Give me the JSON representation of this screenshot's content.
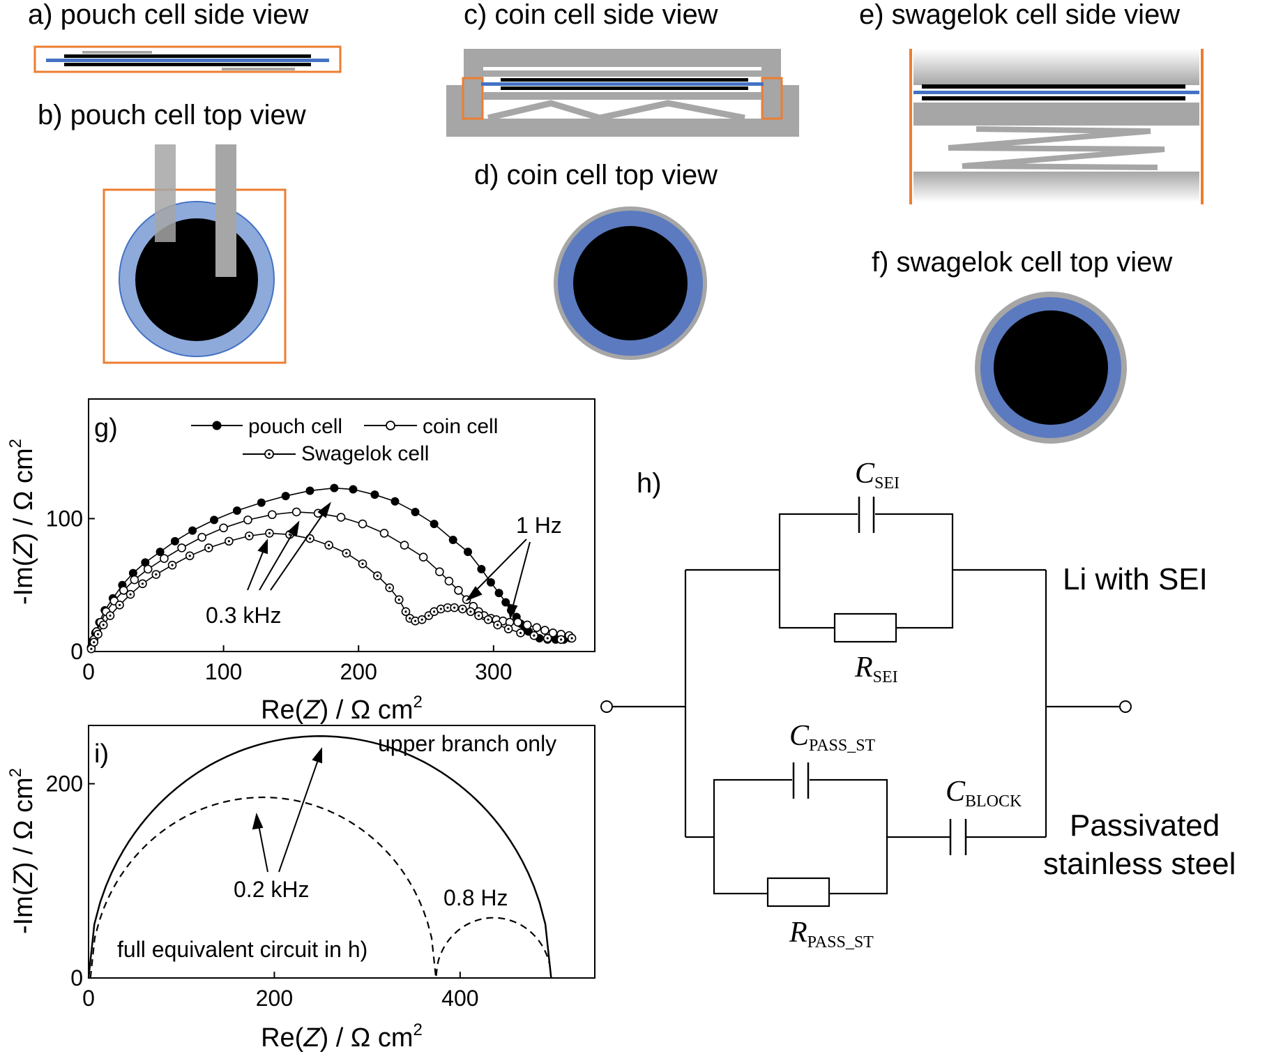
{
  "panels": {
    "a": "a) pouch cell side view",
    "b": "b) pouch cell top view",
    "c": "c) coin cell side view",
    "d": "d) coin cell top view",
    "e": "e) swagelok cell side view",
    "f": "f) swagelok cell top view",
    "g": "g)",
    "h": "h)",
    "i": "i)"
  },
  "colors": {
    "casing": "#ed7d31",
    "separator": "#4472c4",
    "separator_light": "#8eaadb",
    "separator_dark": "#5b7ac0",
    "metal": "#a6a6a6",
    "electrode": "#000000"
  },
  "circuit": {
    "c_sei": {
      "main": "C",
      "sub": "SEI"
    },
    "r_sei": {
      "main": "R",
      "sub": "SEI"
    },
    "c_pass": {
      "main": "C",
      "sub": "PASS_ST"
    },
    "r_pass": {
      "main": "R",
      "sub": "PASS_ST"
    },
    "c_block": {
      "main": "C",
      "sub": "BLOCK"
    },
    "li_label": "Li with SEI",
    "steel_label_1": "Passivated",
    "steel_label_2": "stainless steel"
  },
  "chart_data": [
    {
      "type": "scatter",
      "panel": "g)",
      "xlabel": {
        "pre": "Re(",
        "var": "Z",
        "post": ") / Ω cm",
        "sup": "2"
      },
      "ylabel": {
        "pre": "-Im(",
        "var": "Z",
        "post": ") / Ω cm",
        "sup": "2"
      },
      "xlim": [
        0,
        375
      ],
      "ylim": [
        0,
        190
      ],
      "xticks": [
        0,
        100,
        200,
        300
      ],
      "yticks": [
        0,
        100
      ],
      "legend": [
        "pouch cell",
        "coin cell",
        "Swagelok cell"
      ],
      "annotations": [
        "1 Hz",
        "0.3 kHz"
      ],
      "series": [
        {
          "name": "pouch cell",
          "marker": "filled",
          "points": [
            [
              2,
              3
            ],
            [
              3,
              8
            ],
            [
              5,
              14
            ],
            [
              8,
              22
            ],
            [
              12,
              31
            ],
            [
              18,
              40
            ],
            [
              25,
              50
            ],
            [
              33,
              59
            ],
            [
              42,
              67
            ],
            [
              53,
              75
            ],
            [
              64,
              83
            ],
            [
              77,
              91
            ],
            [
              93,
              99
            ],
            [
              110,
              106
            ],
            [
              128,
              112
            ],
            [
              146,
              117
            ],
            [
              164,
              121
            ],
            [
              182,
              123
            ],
            [
              196,
              122
            ],
            [
              212,
              118
            ],
            [
              227,
              113
            ],
            [
              242,
              105
            ],
            [
              256,
              96
            ],
            [
              270,
              84
            ],
            [
              281,
              75
            ],
            [
              291,
              62
            ],
            [
              298,
              52
            ],
            [
              304,
              44
            ],
            [
              309,
              37
            ],
            [
              313,
              31
            ],
            [
              317,
              26
            ],
            [
              320,
              21
            ],
            [
              323,
              18
            ],
            [
              326,
              15
            ],
            [
              330,
              12
            ],
            [
              334,
              10
            ],
            [
              340,
              9
            ],
            [
              346,
              9
            ],
            [
              352,
              9
            ],
            [
              357,
              10
            ]
          ]
        },
        {
          "name": "coin cell",
          "marker": "open",
          "points": [
            [
              2,
              3
            ],
            [
              4,
              9
            ],
            [
              6,
              15
            ],
            [
              9,
              22
            ],
            [
              13,
              30
            ],
            [
              19,
              38
            ],
            [
              26,
              46
            ],
            [
              34,
              54
            ],
            [
              44,
              62
            ],
            [
              56,
              70
            ],
            [
              69,
              78
            ],
            [
              84,
              86
            ],
            [
              100,
              93
            ],
            [
              118,
              99
            ],
            [
              136,
              103
            ],
            [
              154,
              105
            ],
            [
              170,
              104
            ],
            [
              187,
              101
            ],
            [
              203,
              96
            ],
            [
              219,
              89
            ],
            [
              234,
              80
            ],
            [
              248,
              71
            ],
            [
              260,
              60
            ],
            [
              267,
              53
            ],
            [
              274,
              46
            ],
            [
              280,
              39
            ],
            [
              285,
              34
            ],
            [
              289,
              30
            ],
            [
              293,
              27
            ],
            [
              298,
              25
            ],
            [
              302,
              24
            ],
            [
              307,
              23
            ],
            [
              312,
              22
            ],
            [
              318,
              22
            ],
            [
              325,
              20
            ],
            [
              332,
              18
            ],
            [
              338,
              16
            ],
            [
              344,
              14
            ],
            [
              350,
              13
            ],
            [
              356,
              12
            ]
          ]
        },
        {
          "name": "Swagelok cell",
          "marker": "dotted",
          "points": [
            [
              2,
              2
            ],
            [
              4,
              7
            ],
            [
              7,
              13
            ],
            [
              11,
              20
            ],
            [
              16,
              27
            ],
            [
              23,
              35
            ],
            [
              31,
              43
            ],
            [
              40,
              51
            ],
            [
              50,
              58
            ],
            [
              62,
              65
            ],
            [
              75,
              72
            ],
            [
              89,
              78
            ],
            [
              104,
              83
            ],
            [
              119,
              87
            ],
            [
              134,
              89
            ],
            [
              149,
              88
            ],
            [
              164,
              85
            ],
            [
              178,
              80
            ],
            [
              191,
              74
            ],
            [
              203,
              66
            ],
            [
              214,
              57
            ],
            [
              223,
              48
            ],
            [
              230,
              39
            ],
            [
              235,
              30
            ],
            [
              238,
              25
            ],
            [
              242,
              23
            ],
            [
              247,
              24
            ],
            [
              252,
              27
            ],
            [
              256,
              30
            ],
            [
              261,
              32
            ],
            [
              266,
              33
            ],
            [
              271,
              33
            ],
            [
              277,
              32
            ],
            [
              283,
              30
            ],
            [
              289,
              27
            ],
            [
              296,
              24
            ],
            [
              303,
              20
            ],
            [
              311,
              17
            ],
            [
              320,
              14
            ],
            [
              330,
              12
            ],
            [
              340,
              10
            ],
            [
              350,
              9
            ],
            [
              358,
              10
            ]
          ]
        }
      ]
    },
    {
      "type": "line",
      "panel": "i)",
      "xlabel": {
        "pre": "Re(",
        "var": "Z",
        "post": ") / Ω cm",
        "sup": "2"
      },
      "ylabel": {
        "pre": "-Im(",
        "var": "Z",
        "post": ") / Ω cm",
        "sup": "2"
      },
      "xlim": [
        0,
        545
      ],
      "ylim": [
        0,
        260
      ],
      "xticks": [
        0,
        200,
        400
      ],
      "yticks": [
        0,
        200
      ],
      "annotations": [
        "upper branch only",
        "0.2 kHz",
        "0.8 Hz",
        "full equivalent circuit in h)"
      ],
      "series": [
        {
          "name": "upper branch only",
          "style": "solid",
          "center": 249,
          "radius": 249,
          "peak": [
            249,
            249
          ]
        },
        {
          "name": "full equivalent circuit in h)",
          "style": "dashed",
          "arcs": [
            {
              "center": 188,
              "radius": 186,
              "end": 374
            },
            {
              "center": 436,
              "radius": 62,
              "start": 374,
              "end": 498
            }
          ]
        }
      ]
    }
  ]
}
